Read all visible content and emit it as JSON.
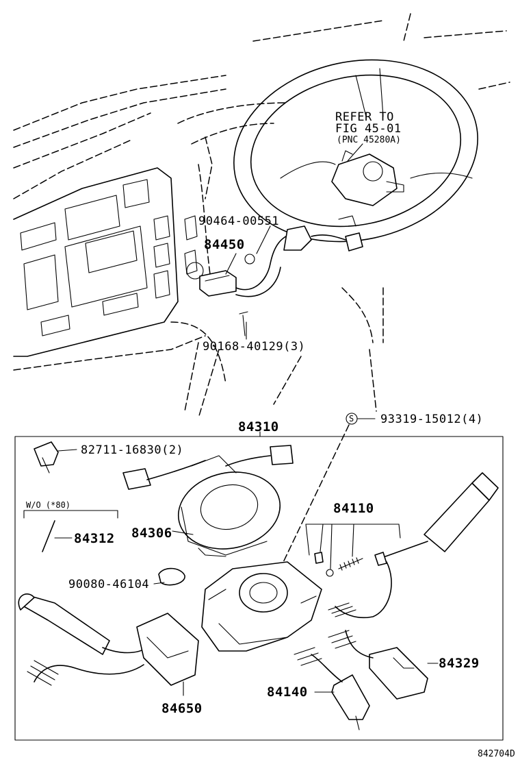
{
  "diagram": {
    "refer_note": {
      "line1": "REFER TO",
      "line2": "FIG 45-01",
      "line3": "(PNC 45280A)"
    },
    "callouts": {
      "p90464": "90464-00551",
      "p84450": "84450",
      "p90168": "90168-40129(3)",
      "p93319_symbol": "S",
      "p93319": "93319-15012(4)",
      "p84310": "84310",
      "p82711": "82711-16830(2)",
      "wo_note": "W/O (*80)",
      "p84312": "84312",
      "p84306": "84306",
      "p84110": "84110",
      "p90080": "90080-46104",
      "p84329": "84329",
      "p84140": "84140",
      "p84650": "84650"
    },
    "figure_id": "842704D"
  }
}
